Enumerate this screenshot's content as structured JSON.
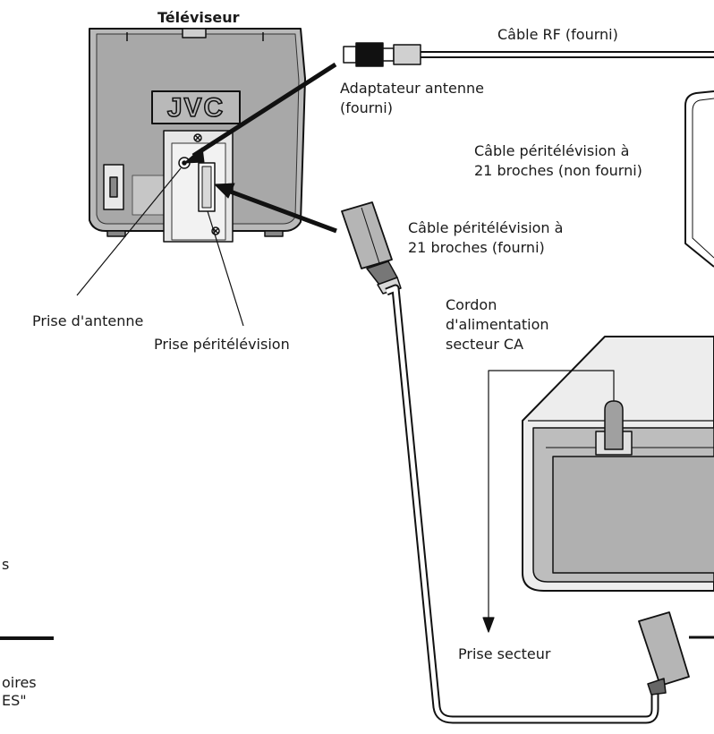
{
  "labels": {
    "tv_title": "Téléviseur",
    "rf_cable": "Câble RF (fourni)",
    "antenna_adapter": [
      "Adaptateur antenne",
      "(fourni)"
    ],
    "scart_not_supplied": [
      "Câble péritélévision à",
      "21 broches (non fourni)"
    ],
    "scart_supplied": [
      "Câble péritélévision à",
      "21 broches (fourni)"
    ],
    "power_cord": [
      "Cordon",
      "d'alimentation",
      "secteur CA"
    ],
    "antenna_socket": "Prise d'antenne",
    "scart_socket": "Prise péritélévision",
    "mains_socket": "Prise secteur",
    "tv_brand": "JVC"
  },
  "page_edge_fragments": {
    "line_a": "s",
    "line_b": "oires",
    "line_c": "ES\""
  }
}
